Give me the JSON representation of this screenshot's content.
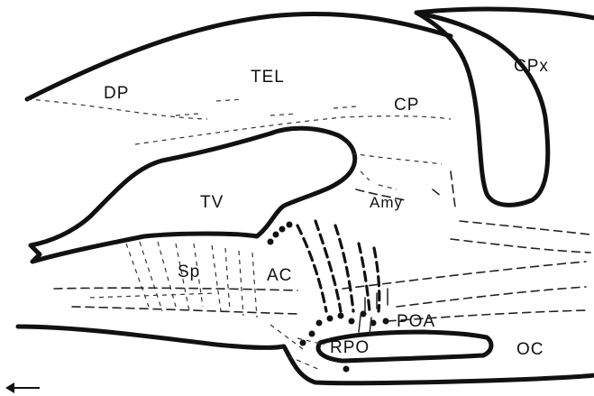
{
  "labels": {
    "dp": "DP",
    "tel": "TEL",
    "cp": "CP",
    "cpx": "CPx",
    "tv": "TV",
    "amy": "Amy",
    "sp": "Sp",
    "ac": "AC",
    "poa": "POA",
    "oc": "OC",
    "rpo": "RPO"
  }
}
